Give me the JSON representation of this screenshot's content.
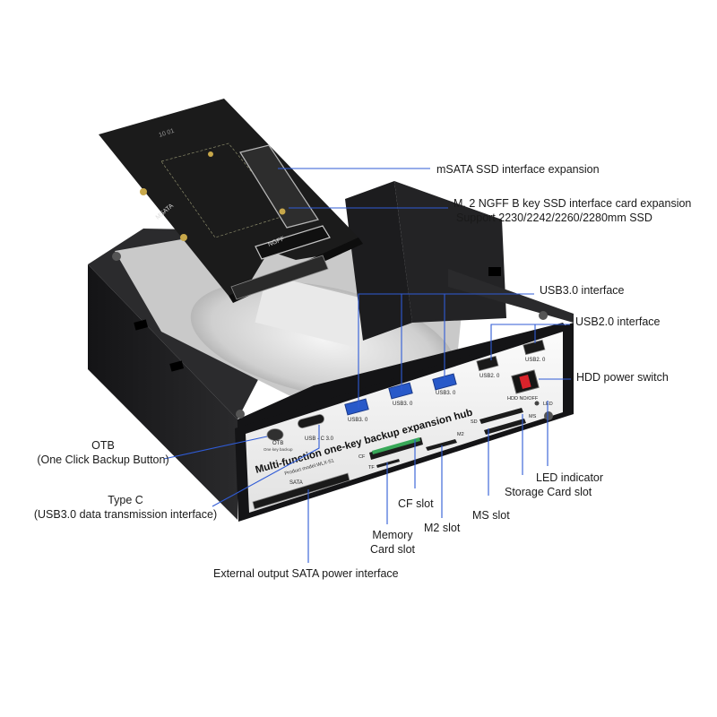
{
  "colors": {
    "leader": "#2f5bd6",
    "device_body": "#1d1d1f",
    "panel": "#f2f2f2",
    "card": "#202020"
  },
  "product": {
    "panel_title": "Multi-function one-key backup expansion hub",
    "model": "Product model:WLX-51"
  },
  "ports": {
    "otb": "OTB",
    "otb_sub": "One key backup",
    "usbc": "USB - C 3.0",
    "usb3": "USB3. 0",
    "usb2": "USB2. 0",
    "hdd": "HDD NO/OFF",
    "led": "LED",
    "sd": "SD",
    "ms": "MS",
    "m2": "M2",
    "cf": "CF",
    "tf": "TF",
    "sata": "SATA",
    "card_msata": "MSATA",
    "card_ngff": "NGFF",
    "card_marks": "10 01"
  },
  "callouts": {
    "msata": "mSATA SSD interface expansion",
    "ngff_1": "M. 2 NGFF B key SSD interface card expansion",
    "ngff_2": "Support 2230/2242/2260/2280mm SSD",
    "usb3": "USB3.0 interface",
    "usb2": "USB2.0 interface",
    "hdd_switch": "HDD power switch",
    "led": "LED indicator",
    "storage_card": "Storage Card slot",
    "otb_1": "OTB",
    "otb_2": "(One Click Backup Button)",
    "typec_1": "Type C",
    "typec_2": "(USB3.0 data transmission interface)",
    "cf_slot": "CF slot",
    "ms_slot": "MS slot",
    "m2_slot": "M2 slot",
    "memory_1": "Memory",
    "memory_2": "Card slot",
    "sata_power": "External output SATA power interface"
  }
}
